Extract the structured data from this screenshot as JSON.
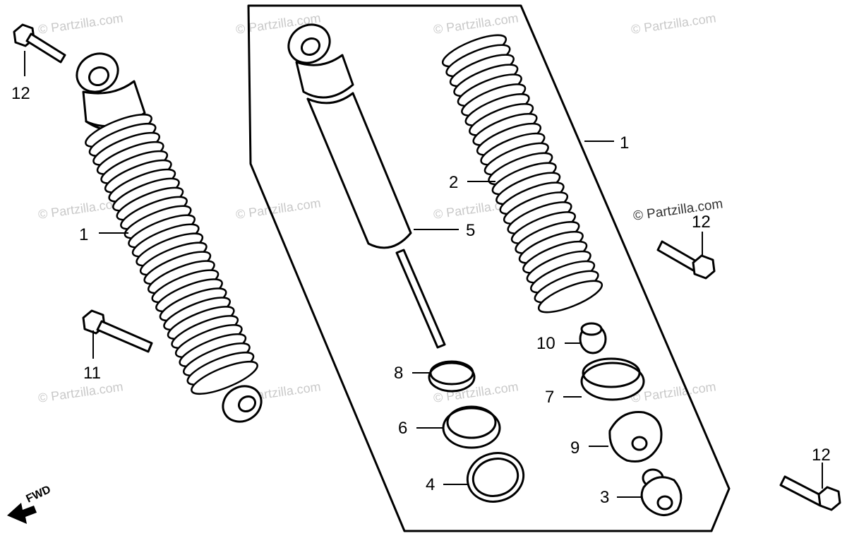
{
  "watermark": {
    "text": "© Partzilla.com",
    "prominent_text": "© Partzilla.com"
  },
  "fwd_label": "FWD",
  "callouts": [
    {
      "id": "c12a",
      "text": "12"
    },
    {
      "id": "c1a",
      "text": "1"
    },
    {
      "id": "c11",
      "text": "11"
    },
    {
      "id": "c1b",
      "text": "1"
    },
    {
      "id": "c2",
      "text": "2"
    },
    {
      "id": "c5",
      "text": "5"
    },
    {
      "id": "c12b",
      "text": "12"
    },
    {
      "id": "c10",
      "text": "10"
    },
    {
      "id": "c8",
      "text": "8"
    },
    {
      "id": "c7",
      "text": "7"
    },
    {
      "id": "c6",
      "text": "6"
    },
    {
      "id": "c9",
      "text": "9"
    },
    {
      "id": "c4",
      "text": "4"
    },
    {
      "id": "c3",
      "text": "3"
    },
    {
      "id": "c12c",
      "text": "12"
    }
  ]
}
